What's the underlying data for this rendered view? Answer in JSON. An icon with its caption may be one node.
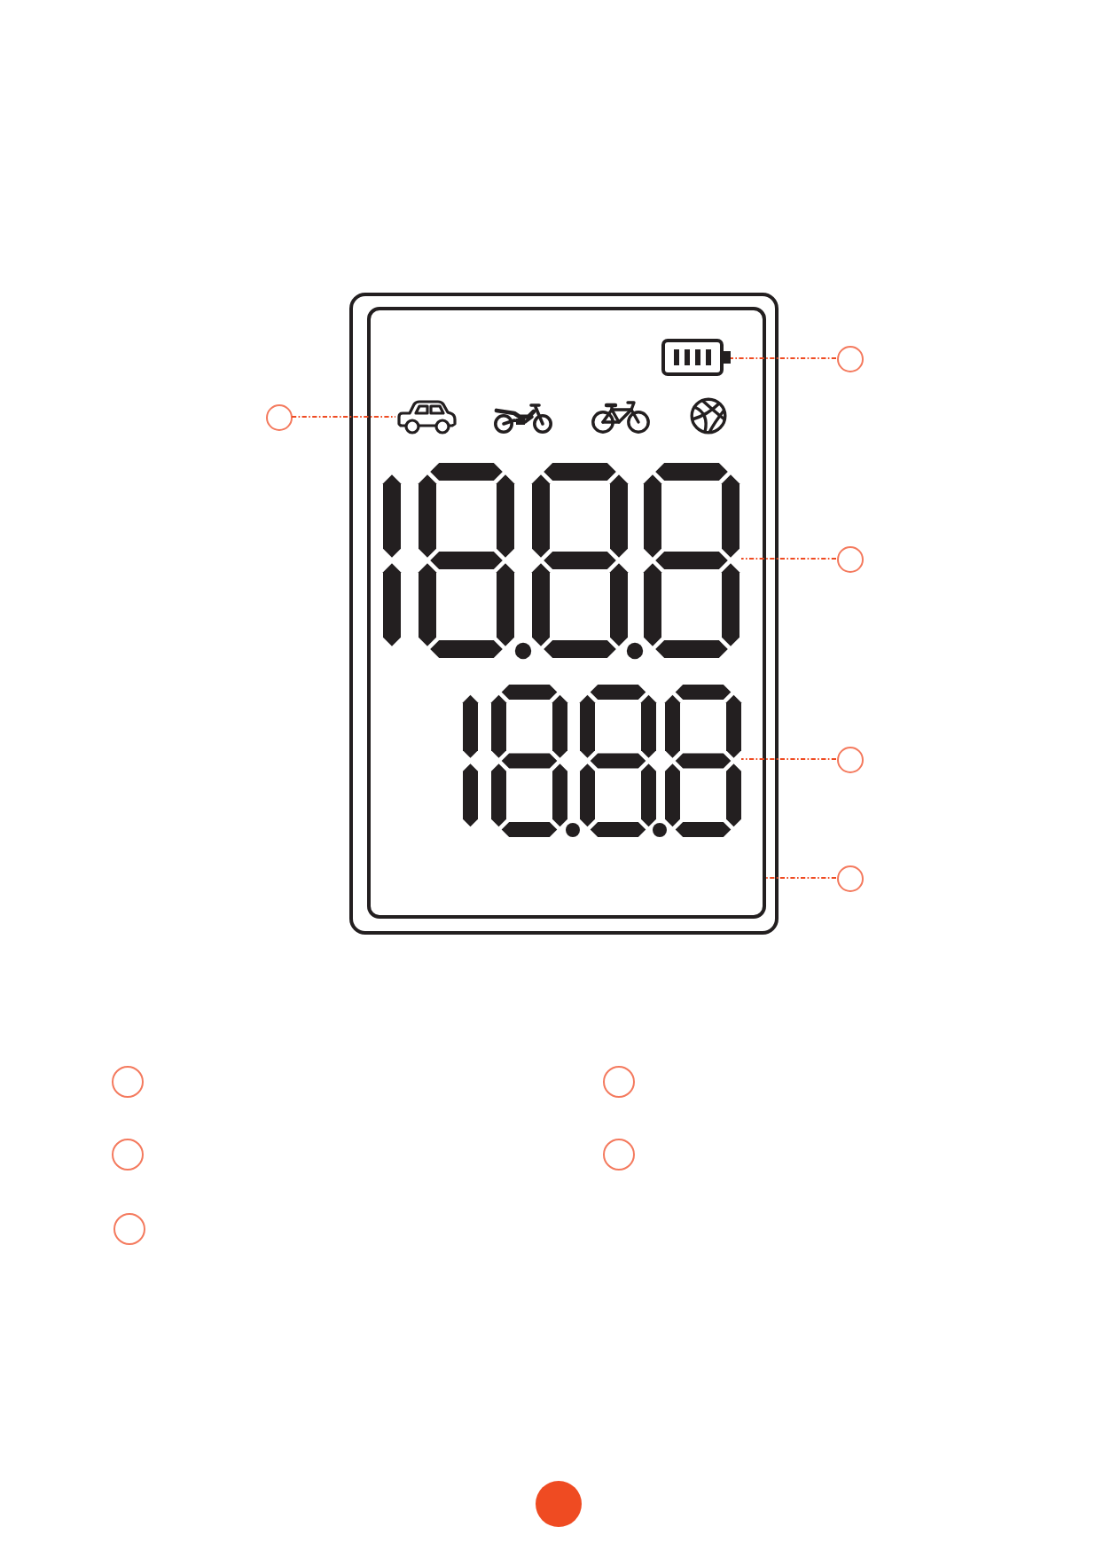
{
  "diagram": {
    "nodes": [
      {
        "text": [],
        "shape": "box"
      },
      {
        "text": [],
        "shape": "picture",
        "in": 0
      },
      {
        "text": [],
        "shape": "picture",
        "in": 0
      },
      {
        "text": [],
        "shape": "picture",
        "in": 0
      },
      {
        "text": [],
        "shape": "picture",
        "in": 0
      },
      {
        "text": [],
        "shape": "circle"
      },
      {
        "text": [],
        "shape": "circle"
      },
      {
        "text": [],
        "shape": "circle"
      },
      {
        "text": [],
        "shape": "circle"
      },
      {
        "text": [],
        "shape": "circle"
      },
      {
        "text": [],
        "shape": "circle"
      },
      {
        "text": [],
        "shape": "circle"
      },
      {
        "text": [],
        "shape": "circle"
      },
      {
        "text": [],
        "shape": "circle"
      },
      {
        "text": [],
        "shape": "circle"
      }
    ],
    "edges": [
      {
        "from": 5,
        "to": 1,
        "arrow": "none",
        "style": "dashed"
      },
      {
        "from": 6,
        "to": 2,
        "arrow": "none",
        "style": "dashed"
      },
      {
        "from": 7,
        "to": 3,
        "arrow": "none",
        "style": "dashed"
      },
      {
        "from": 8,
        "to": 4,
        "arrow": "none",
        "style": "dashed"
      },
      {
        "from": 9,
        "to": 0,
        "arrow": "none",
        "style": "dashed"
      }
    ]
  }
}
